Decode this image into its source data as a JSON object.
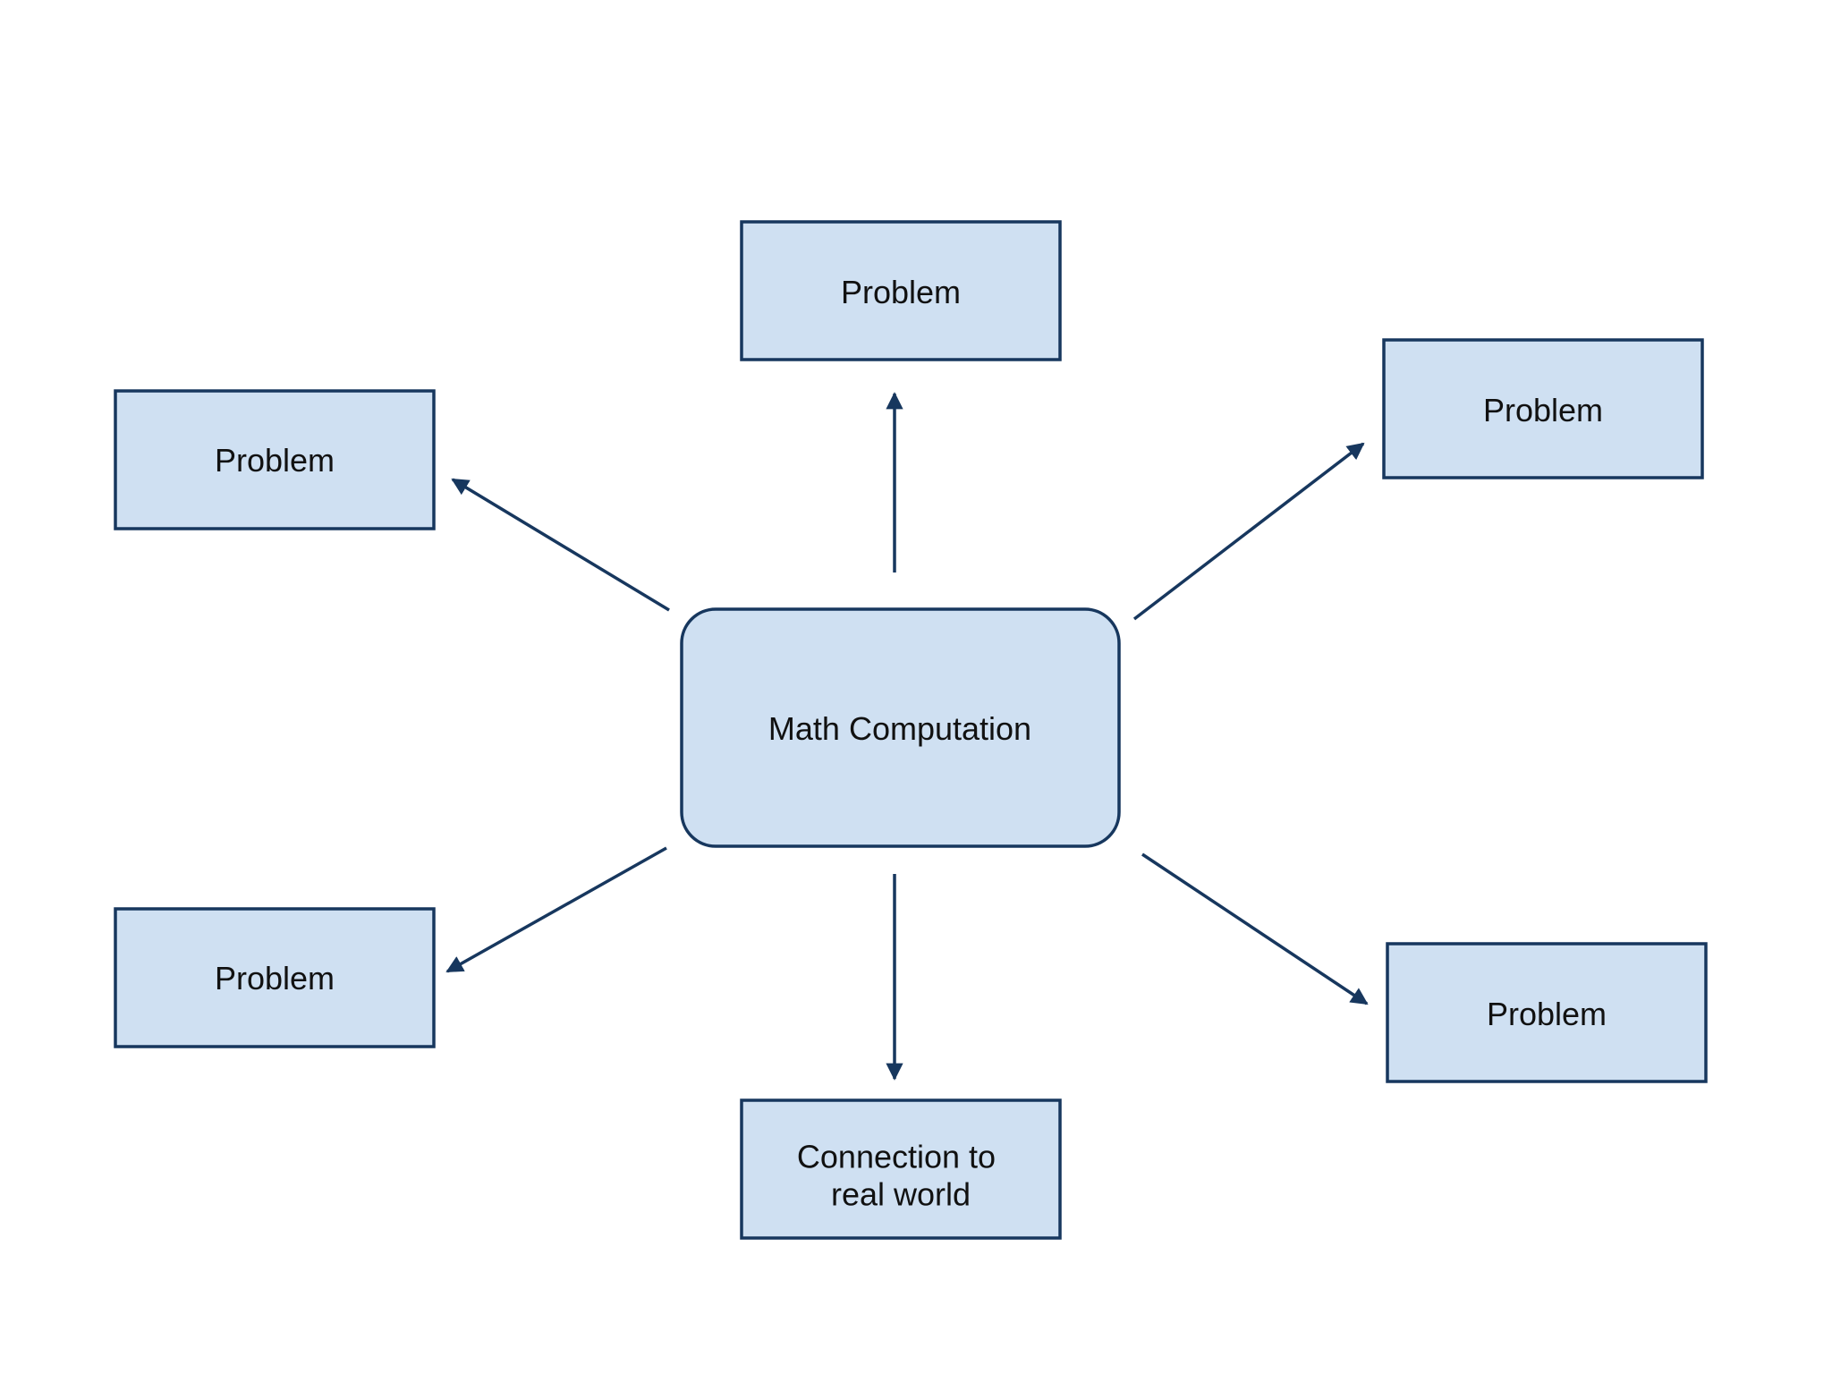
{
  "diagram": {
    "center": {
      "lines": [
        "Math Computation"
      ]
    },
    "nodes": {
      "top": {
        "lines": [
          "Problem"
        ]
      },
      "upper_left": {
        "lines": [
          "Problem"
        ]
      },
      "upper_right": {
        "lines": [
          "Problem"
        ]
      },
      "lower_left": {
        "lines": [
          "Problem"
        ]
      },
      "lower_right": {
        "lines": [
          "Problem"
        ]
      },
      "bottom": {
        "lines": [
          "Connection to",
          "real world"
        ]
      }
    },
    "edges": [
      {
        "from": "center",
        "to": "top"
      },
      {
        "from": "center",
        "to": "upper_left"
      },
      {
        "from": "center",
        "to": "upper_right"
      },
      {
        "from": "center",
        "to": "lower_left"
      },
      {
        "from": "center",
        "to": "lower_right"
      },
      {
        "from": "center",
        "to": "bottom"
      }
    ],
    "colors": {
      "fill": "#cfe0f2",
      "stroke": "#17375e",
      "text": "#111111"
    }
  }
}
